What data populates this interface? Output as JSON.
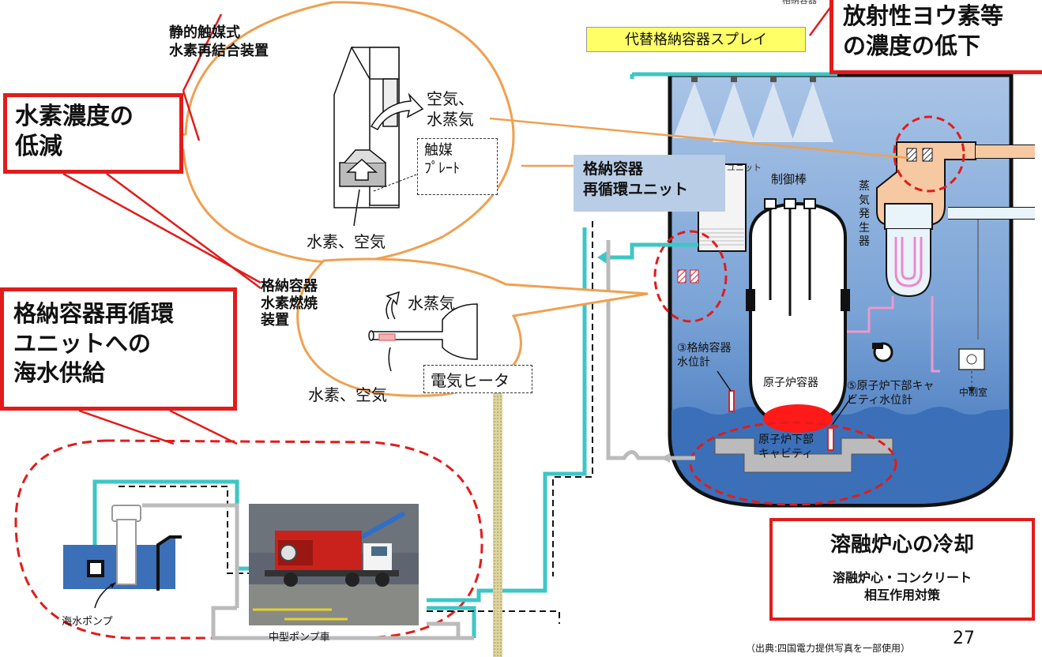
{
  "top_left": {
    "passive_device_title": "静的触媒式\n水素再結合装置",
    "h2_reduction_callout": "水素濃度の\n低減",
    "air_steam_label": "空気、\n水蒸気",
    "catalyst_plate_label": "触媒\nﾌﾟﾚｰﾄ",
    "h2_air_label_top": "水素、空気"
  },
  "middle_left": {
    "igniter_title": "格納容器\n水素燃焼\n装置",
    "seawater_callout": "格納容器再循環\nユニットへの\n海水供給",
    "steam_label": "水蒸気",
    "heater_label": "電気ヒータ",
    "h2_air_label_bottom": "水素、空気"
  },
  "bottom": {
    "sea_pump_label": "海水ポンプ",
    "pump_truck_label": "中型ポンプ車",
    "source_note": "（出典:四国電力提供写真を一部使用）",
    "page_number": "27"
  },
  "right": {
    "iodine_callout": "放射性ヨウ素等\nの濃度の低下",
    "spray_label": "代替格納容器スプレイ",
    "recirc_unit_label": "格納容器\n再循環ユニット",
    "control_rod_label": "制御棒",
    "steam_generator_label": "蒸\n気\n発\n生\n器",
    "water_gauge_label": "③格納容器\n水位計",
    "reactor_vessel_label": "原子炉容器",
    "cavity_gauge_label": "⑤原子炉下部キャ\nビティ水位計",
    "cavity_label": "原子炉下部\nキャビティ",
    "control_room_label": "中制室",
    "top_cut_text": "格納容器",
    "unit_cut_text": "ユニット",
    "melt_cooling_title": "溶融炉心の冷却",
    "melt_cooling_sub": "溶融炉心・コンクリート\n相互作用対策"
  },
  "colors": {
    "callout_red": "#e21b1b",
    "callout_orange": "#f0a050",
    "teal_pipe": "#3cc6c6",
    "water_blue": "#3b6fb8",
    "spray_yellow": "#ffff66",
    "recirc_box": "#b9cde6"
  }
}
